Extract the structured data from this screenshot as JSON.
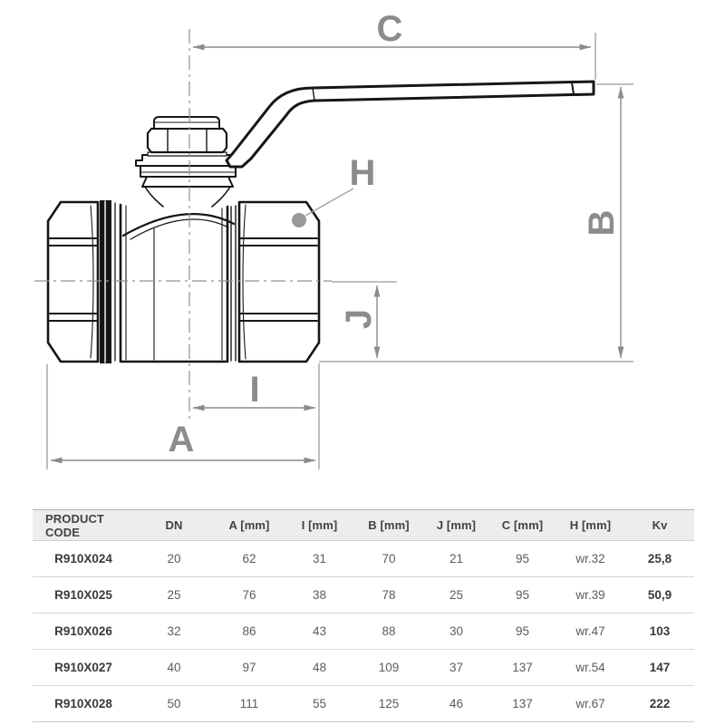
{
  "diagram": {
    "dimension_labels": {
      "c": "C",
      "b": "B",
      "h": "H",
      "j": "J",
      "i": "I",
      "a": "A"
    },
    "colors": {
      "dimension_gray": "#8c8c8c",
      "drawing_black": "#161616",
      "callout_dot": "#999999"
    }
  },
  "table": {
    "headers": [
      "PRODUCT CODE",
      "DN",
      "A [mm]",
      "I [mm]",
      "B [mm]",
      "J [mm]",
      "C [mm]",
      "H [mm]",
      "Kv"
    ],
    "rows": [
      [
        "R910X024",
        "20",
        "62",
        "31",
        "70",
        "21",
        "95",
        "wr.32",
        "25,8"
      ],
      [
        "R910X025",
        "25",
        "76",
        "38",
        "78",
        "25",
        "95",
        "wr.39",
        "50,9"
      ],
      [
        "R910X026",
        "32",
        "86",
        "43",
        "88",
        "30",
        "95",
        "wr.47",
        "103"
      ],
      [
        "R910X027",
        "40",
        "97",
        "48",
        "109",
        "37",
        "137",
        "wr.54",
        "147"
      ],
      [
        "R910X028",
        "50",
        "111",
        "55",
        "125",
        "46",
        "137",
        "wr.67",
        "222"
      ]
    ]
  }
}
